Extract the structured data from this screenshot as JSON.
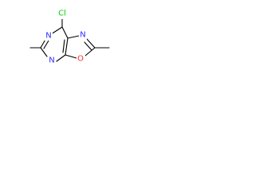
{
  "molecule": {
    "atoms": {
      "chlorine": "Cl",
      "nitrogen_top_left": "N",
      "nitrogen_top_right": "N",
      "nitrogen_bottom": "N",
      "oxygen": "O"
    }
  },
  "colors": {
    "bond": "#000000",
    "chlorine": "#00d200",
    "nitrogen": "#2d2dff",
    "oxygen": "#ff2a2a"
  }
}
